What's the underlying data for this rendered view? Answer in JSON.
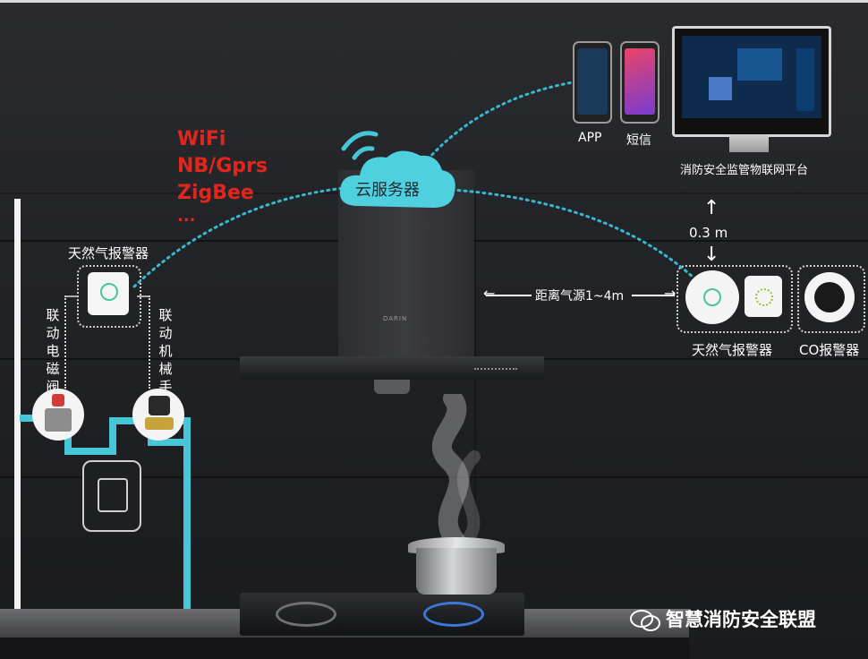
{
  "protocols": [
    "WiFi",
    "NB/Gprs",
    "ZigBee",
    "..."
  ],
  "cloud": {
    "label": "云服务器"
  },
  "left_alarm": {
    "label": "天然气报警器"
  },
  "valve_left": {
    "label": "联动电磁阀"
  },
  "valve_right": {
    "label": "联动机械手"
  },
  "hood": {
    "brand": "DARIN"
  },
  "endpoints": {
    "app_label": "APP",
    "sms_label": "短信",
    "platform_label": "消防安全监管物联网平台"
  },
  "ceiling_distance": {
    "label": "0.3 m"
  },
  "source_distance": {
    "label": "距离气源1~4m"
  },
  "right_alarms": {
    "gas_label": "天然气报警器",
    "co_label": "CO报警器"
  },
  "watermark": {
    "text": "智慧消防安全联盟"
  },
  "colors": {
    "accent_cyan": "#46c6d6",
    "protocol_red": "#e3261c",
    "dotted_link": "#35b8d0"
  }
}
